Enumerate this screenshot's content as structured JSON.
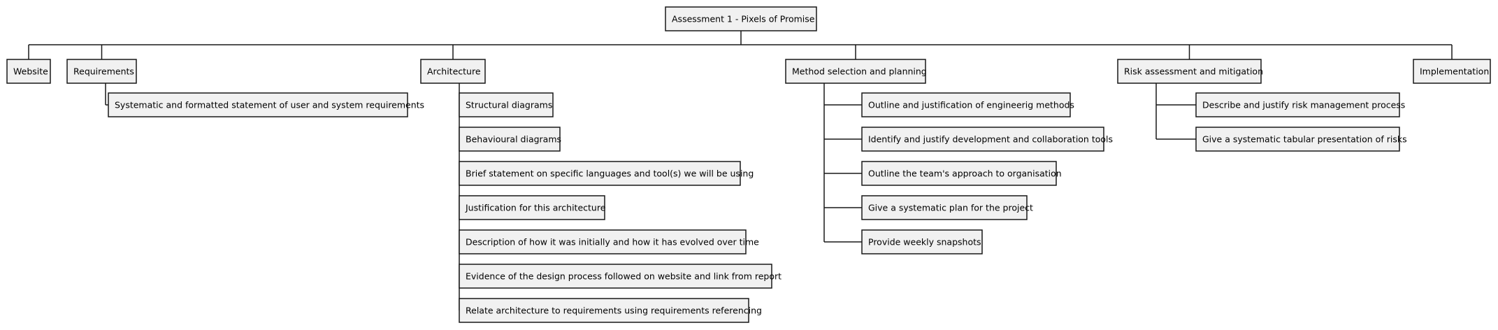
{
  "root": {
    "label": "Assessment 1 - Pixels of Promise"
  },
  "branches": [
    {
      "key": "website",
      "label": "Website",
      "children": []
    },
    {
      "key": "requirements",
      "label": "Requirements",
      "children": [
        "Systematic and formatted statement of user and system requirements"
      ]
    },
    {
      "key": "architecture",
      "label": "Architecture",
      "children": [
        "Structural diagrams",
        "Behavioural diagrams",
        "Brief statement on specific languages and tool(s) we will be using",
        "Justification for this architecture",
        "Description of how it was initially and how it has evolved over time",
        "Evidence of the design process followed on website and link from report",
        "Relate architecture to requirements using requirements referencing"
      ]
    },
    {
      "key": "method",
      "label": "Method selection and planning",
      "children": [
        "Outline and justification of engineerig methods",
        "Identify and justify development and collaboration tools",
        "Outline the team's approach to organisation",
        "Give a systematic plan for the project",
        "Provide weekly snapshots"
      ]
    },
    {
      "key": "risk",
      "label": "Risk assessment and mitigation",
      "children": [
        "Describe and justify risk management process",
        "Give a systematic tabular presentation of risks"
      ]
    },
    {
      "key": "implementation",
      "label": "Implementation",
      "children": []
    }
  ]
}
